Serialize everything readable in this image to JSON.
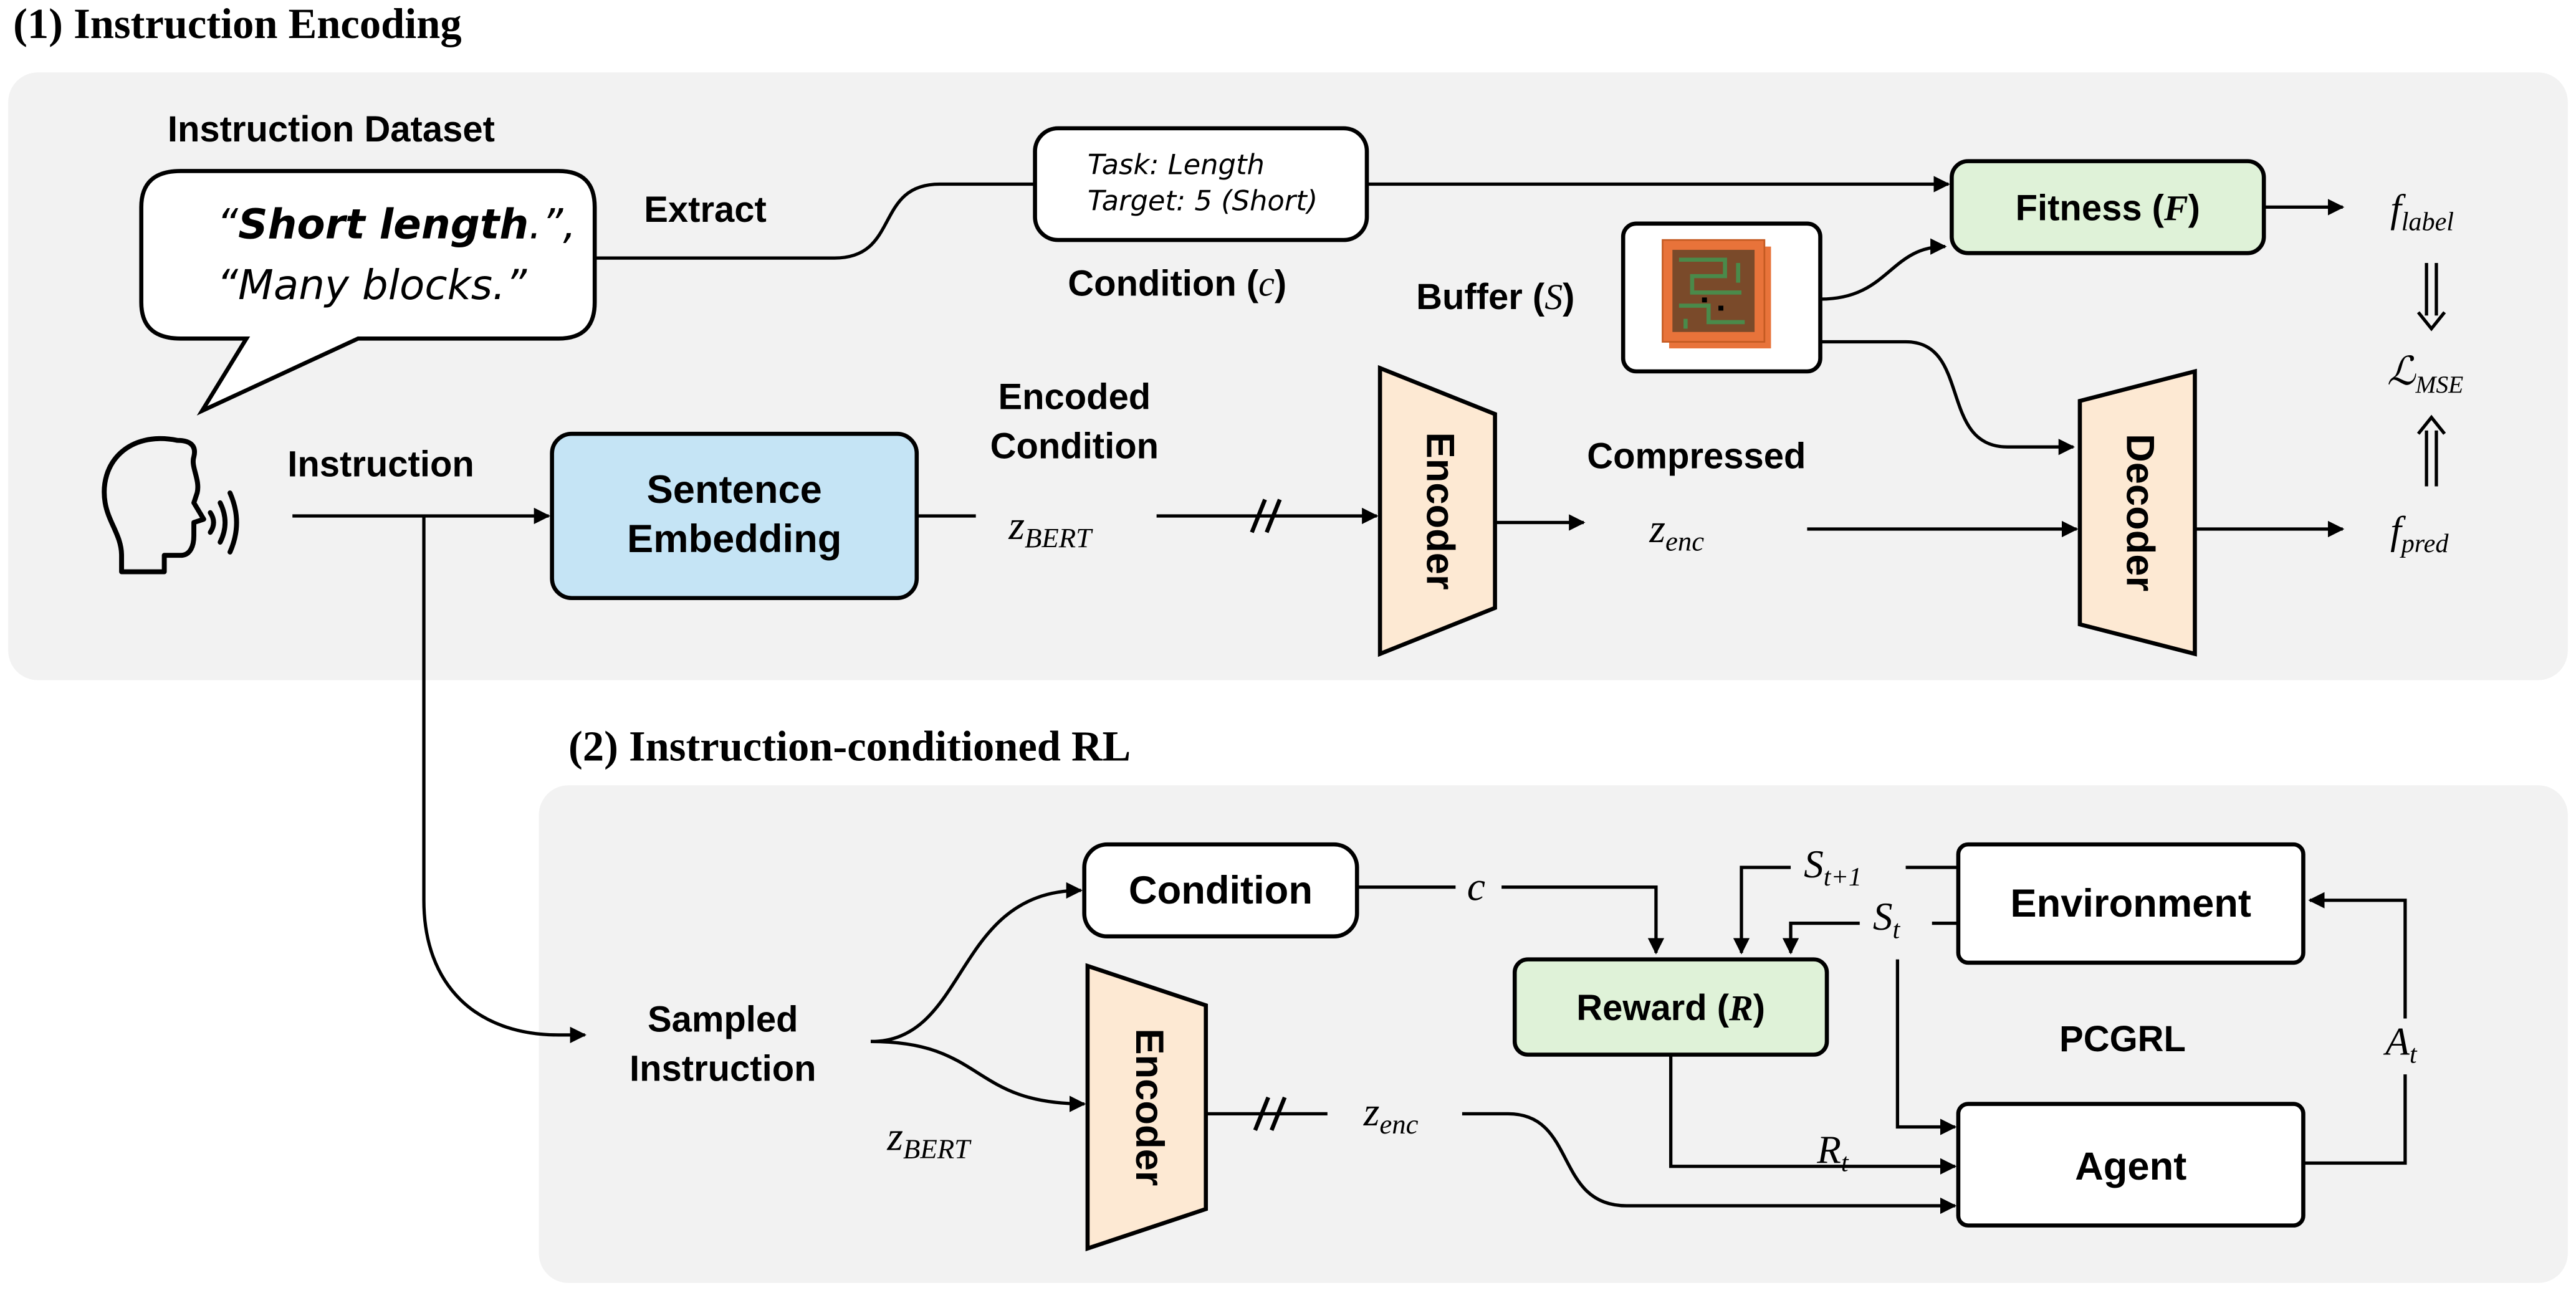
{
  "sections": {
    "encoding_title": "(1) Instruction Encoding",
    "rl_title": "(2) Instruction-conditioned RL"
  },
  "encoding": {
    "dataset_label": "Instruction Dataset",
    "bubble_line1_open": "“",
    "bubble_line1_bold": "Short length",
    "bubble_line1_close": ".”,",
    "bubble_line2": "“Many blocks.”",
    "extract_label": "Extract",
    "condition_box_line1": "Task: Length",
    "condition_box_line2": "Target: 5 (Short)",
    "condition_label": "Condition (",
    "condition_symbol": "c",
    "condition_close": ")",
    "buffer_label": "Buffer (",
    "buffer_symbol": "S",
    "buffer_close": ")",
    "fitness_label": "Fitness (",
    "fitness_symbol": "F",
    "fitness_close": ")",
    "f_label_main": "f",
    "f_label_sub": "label",
    "loss_main": "ℒ",
    "loss_sub": "MSE",
    "f_pred_main": "f",
    "f_pred_sub": "pred",
    "instruction_label": "Instruction",
    "sentence_embedding_line1": "Sentence",
    "sentence_embedding_line2": "Embedding",
    "encoded_condition_line1": "Encoded",
    "encoded_condition_line2": "Condition",
    "z_bert_main": "z",
    "z_bert_sub": "BERT",
    "encoder_label": "Encoder",
    "compressed_label": "Compressed",
    "z_enc_main": "z",
    "z_enc_sub": "enc",
    "decoder_label": "Decoder"
  },
  "rl": {
    "condition_box": "Condition",
    "c_symbol": "c",
    "s_next_main": "S",
    "s_next_sub": "t+1",
    "s_t_main": "S",
    "s_t_sub": "t",
    "environment_label": "Environment",
    "reward_label": "Reward (",
    "reward_symbol": "R",
    "reward_close": ")",
    "pcgrl_label": "PCGRL",
    "a_t_main": "A",
    "a_t_sub": "t",
    "sampled_line1": "Sampled",
    "sampled_line2": "Instruction",
    "encoder_label": "Encoder",
    "z_bert_main": "z",
    "z_bert_sub": "BERT",
    "z_enc_main": "z",
    "z_enc_sub": "enc",
    "r_t_main": "R",
    "r_t_sub": "t",
    "agent_label": "Agent"
  },
  "colors": {
    "panel_bg": "#f2f2f2",
    "fitness_fill": "#dff2d8",
    "reward_fill": "#dff2d8",
    "embedding_fill": "#c5e4f5",
    "encoder_fill": "#fde9d3",
    "buffer_map_fill": "#e8733a",
    "buffer_map_inner": "#7a4a2a"
  },
  "icons": {
    "speaker": "speaking-head-icon",
    "level": "level-map-icon"
  }
}
